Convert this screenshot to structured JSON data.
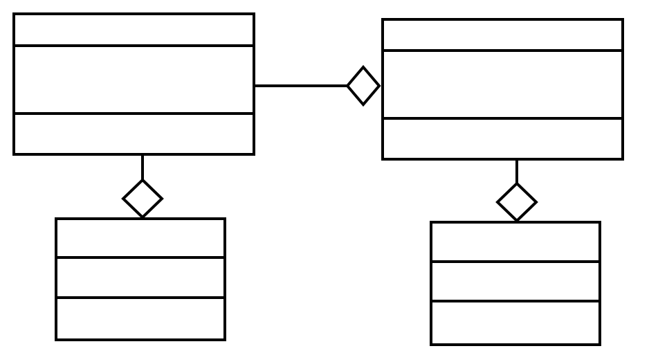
{
  "diagram": {
    "type": "uml-class-diagram",
    "colors": {
      "background": "#ffffff",
      "stroke": "#000000"
    },
    "classes": [
      {
        "id": "class-a",
        "name": "",
        "attributes": "",
        "methods": ""
      },
      {
        "id": "class-b",
        "name": "",
        "attributes": "",
        "methods": ""
      },
      {
        "id": "class-c",
        "name": "",
        "attributes": "",
        "methods": ""
      },
      {
        "id": "class-d",
        "name": "",
        "attributes": "",
        "methods": ""
      }
    ],
    "relationships": [
      {
        "kind": "aggregation",
        "whole": "class-b",
        "part": "class-a"
      },
      {
        "kind": "aggregation",
        "whole": "class-c",
        "part": "class-a"
      },
      {
        "kind": "aggregation",
        "whole": "class-d",
        "part": "class-b"
      }
    ]
  }
}
